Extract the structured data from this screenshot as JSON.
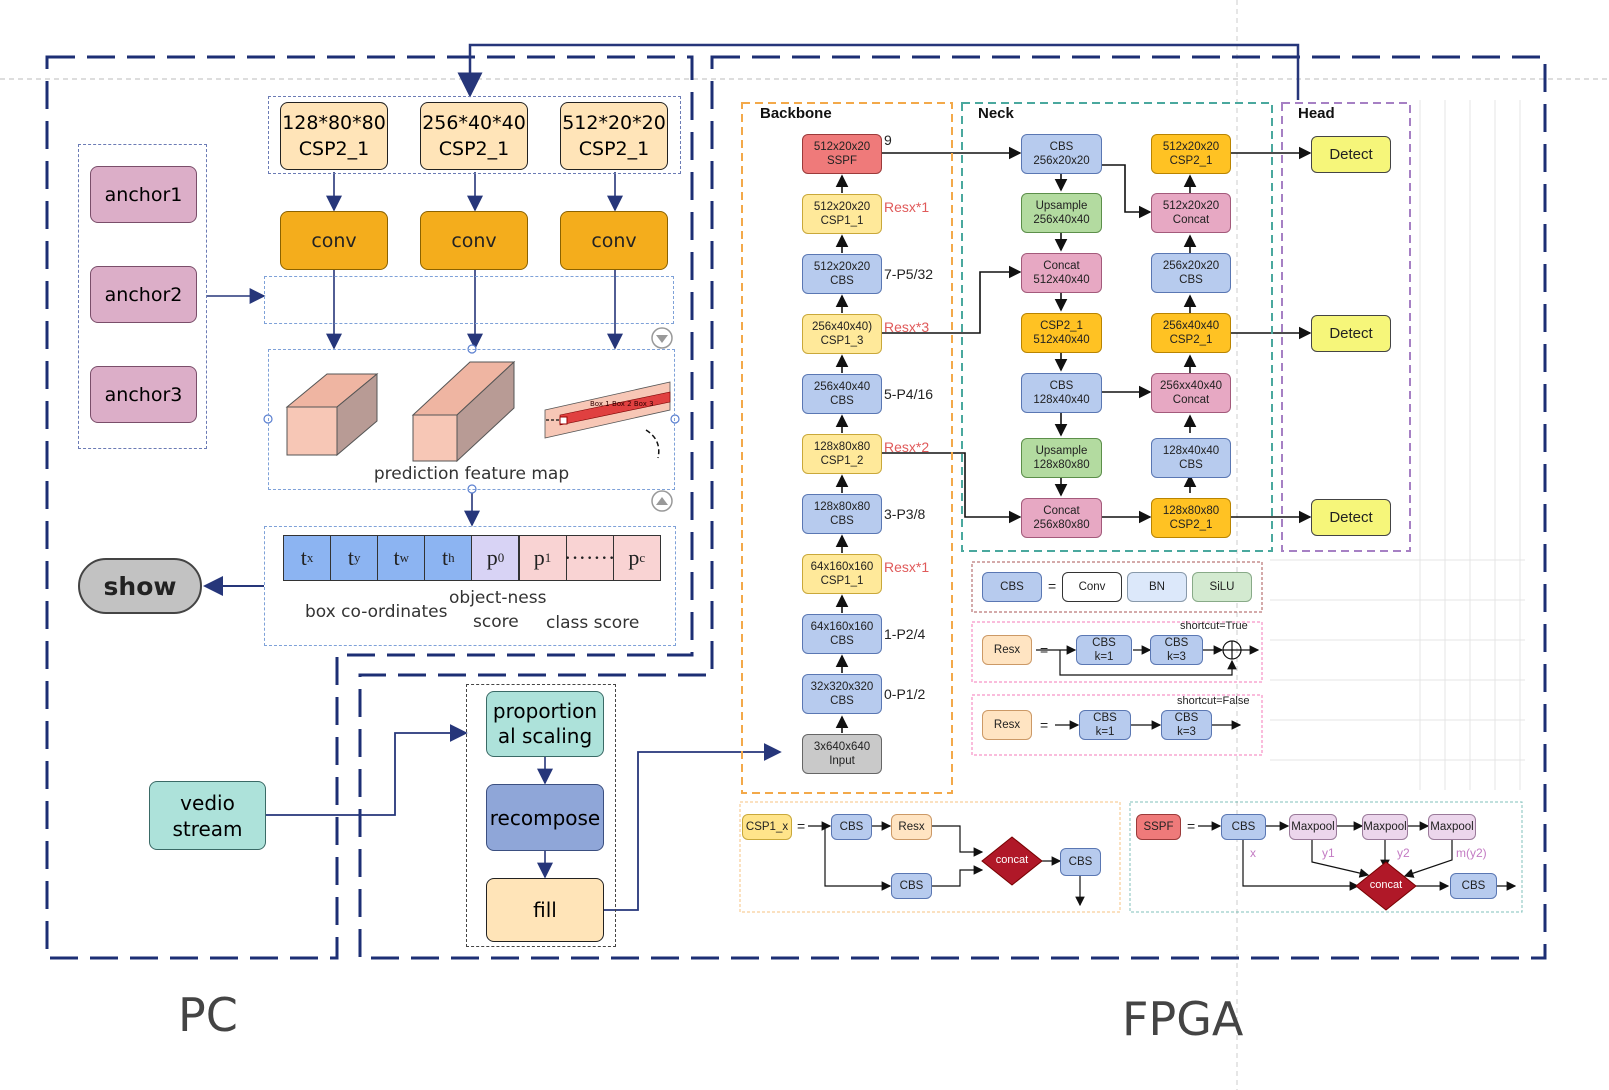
{
  "labels": {
    "pc": "PC",
    "fpga": "FPGA"
  },
  "csp_top": [
    {
      "size": "128*80*80",
      "name": "CSP2_1"
    },
    {
      "size": "256*40*40",
      "name": "CSP2_1"
    },
    {
      "size": "512*20*20",
      "name": "CSP2_1"
    }
  ],
  "conv_label": "conv",
  "anchors": [
    "anchor1",
    "anchor2",
    "anchor3"
  ],
  "prediction_feature_map": "prediction feature map",
  "mini_cube_labels": [
    "Box 1",
    "Box 2",
    "Box 3"
  ],
  "output_cells": [
    {
      "base": "t",
      "sub": "x",
      "color": "#8cb4f2"
    },
    {
      "base": "t",
      "sub": "y",
      "color": "#8cb4f2"
    },
    {
      "base": "t",
      "sub": "w",
      "color": "#8cb4f2"
    },
    {
      "base": "t",
      "sub": "h",
      "color": "#8cb4f2"
    },
    {
      "base": "p",
      "sub": "0",
      "color": "#d8d3f5"
    },
    {
      "base": "p",
      "sub": "1",
      "color": "#f9d3d3"
    },
    {
      "base": "·······",
      "sub": "",
      "color": "#f9d3d3"
    },
    {
      "base": "p",
      "sub": "c",
      "color": "#f9d3d3"
    }
  ],
  "output_labels": {
    "box": "box co-ordinates",
    "obj1": "object-ness",
    "obj2": "score",
    "cls": "class score"
  },
  "show": "show",
  "video": {
    "line1": "vedio",
    "line2": "stream"
  },
  "preprocess": {
    "step1_line1": "proportion",
    "step1_line2": "al scaling",
    "step2": "recompose",
    "step3": "fill"
  },
  "fpga": {
    "sections": {
      "backbone": "Backbone",
      "neck": "Neck",
      "head": "Head"
    },
    "backbone": [
      {
        "l1": "512x20x20",
        "l2": "SSPF",
        "style": "red",
        "side": "9",
        "resx": ""
      },
      {
        "l1": "512x20x20",
        "l2": "CSP1_1",
        "style": "yel",
        "side": "",
        "resx": "Resx*1"
      },
      {
        "l1": "512x20x20",
        "l2": "CBS",
        "style": "blu",
        "side": "7-P5/32",
        "resx": ""
      },
      {
        "l1": "256x40x40)",
        "l2": "CSP1_3",
        "style": "yel",
        "side": "",
        "resx": "Resx*3"
      },
      {
        "l1": "256x40x40",
        "l2": "CBS",
        "style": "blu",
        "side": "5-P4/16",
        "resx": ""
      },
      {
        "l1": "128x80x80",
        "l2": "CSP1_2",
        "style": "yel",
        "side": "",
        "resx": "Resx*2"
      },
      {
        "l1": "128x80x80",
        "l2": "CBS",
        "style": "blu",
        "side": "3-P3/8",
        "resx": ""
      },
      {
        "l1": "64x160x160",
        "l2": "CSP1_1",
        "style": "yel",
        "side": "",
        "resx": "Resx*1"
      },
      {
        "l1": "64x160x160",
        "l2": "CBS",
        "style": "blu",
        "side": "1-P2/4",
        "resx": ""
      },
      {
        "l1": "32x320x320",
        "l2": "CBS",
        "style": "blu",
        "side": "0-P1/2",
        "resx": ""
      },
      {
        "l1": "3x640x640",
        "l2": "Input",
        "style": "gry",
        "side": "",
        "resx": ""
      }
    ],
    "neck_left": [
      {
        "l1": "CBS",
        "l2": "256x20x20",
        "style": "blu"
      },
      {
        "l1": "Upsample",
        "l2": "256x40x40",
        "style": "grn"
      },
      {
        "l1": "Concat",
        "l2": "512x40x40",
        "style": "pnk"
      },
      {
        "l1": "CSP2_1",
        "l2": "512x40x40",
        "style": "org"
      },
      {
        "l1": "CBS",
        "l2": "128x40x40",
        "style": "blu"
      },
      {
        "l1": "Upsample",
        "l2": "128x80x80",
        "style": "grn"
      },
      {
        "l1": "Concat",
        "l2": "256x80x80",
        "style": "pnk"
      }
    ],
    "neck_right": [
      {
        "l1": "512x20x20",
        "l2": "CSP2_1",
        "style": "org"
      },
      {
        "l1": "512x20x20",
        "l2": "Concat",
        "style": "pnk"
      },
      {
        "l1": "256x20x20",
        "l2": "CBS",
        "style": "blu"
      },
      {
        "l1": "256x40x40",
        "l2": "CSP2_1",
        "style": "org"
      },
      {
        "l1": "256xx40x40",
        "l2": "Concat",
        "style": "pnk"
      },
      {
        "l1": "128x40x40",
        "l2": "CBS",
        "style": "blu"
      },
      {
        "l1": "128x80x80",
        "l2": "CSP2_1",
        "style": "org"
      }
    ],
    "detect": "Detect",
    "legend": {
      "cbs": "CBS",
      "eq": "=",
      "conv": "Conv",
      "bn": "BN",
      "silu": "SiLU",
      "resx": "Resx",
      "cbs_k1_a": "CBS",
      "cbs_k1_b": "k=1",
      "cbs_k3_a": "CBS",
      "cbs_k3_b": "k=3",
      "shortcut_true": "shortcut=True",
      "shortcut_false": "shortcut=False"
    },
    "csp1x": {
      "name": "CSP1_x",
      "eq": "=",
      "cbs": "CBS",
      "resx": "Resx",
      "concat": "concat"
    },
    "sspf": {
      "name": "SSPF",
      "eq": "=",
      "cbs": "CBS",
      "maxpool": "Maxpool",
      "concat": "concat",
      "x": "x",
      "y1": "y1",
      "y2": "y2",
      "my2": "m(y2)"
    }
  }
}
